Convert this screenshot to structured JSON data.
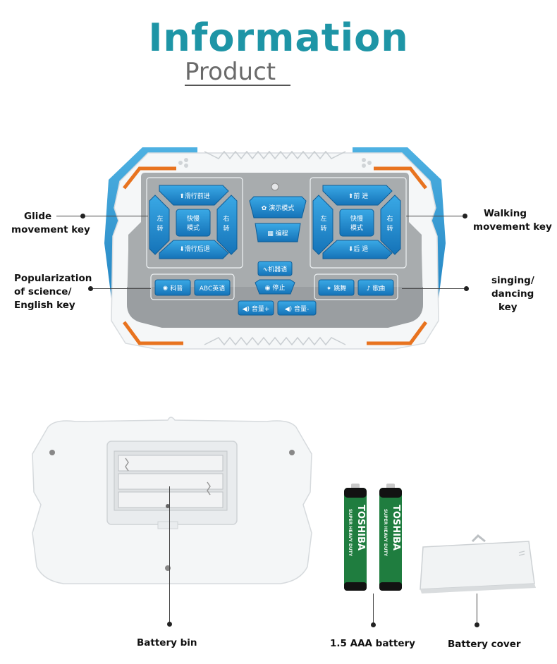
{
  "header": {
    "title": "Information",
    "subtitle": "Product"
  },
  "callouts": {
    "glide_line1": "Glide",
    "glide_line2": "movement key",
    "walking_line1": "Walking",
    "walking_line2": "movement key",
    "popsci_line1": "Popularization",
    "popsci_line2": "of science/",
    "popsci_line3": "English key",
    "sing_line1": "singing/",
    "sing_line2": "dancing",
    "sing_line3": "key"
  },
  "remote": {
    "glide": {
      "forward": "滑行前进",
      "left": "左转",
      "left_a": "左",
      "left_b": "转",
      "center_a": "快慢",
      "center_b": "模式",
      "right_a": "右",
      "right_b": "转",
      "backward": "滑行后退"
    },
    "walk": {
      "forward": "前 进",
      "left_a": "左",
      "left_b": "转",
      "center_a": "快慢",
      "center_b": "模式",
      "right_a": "右",
      "right_b": "转",
      "backward": "后 退"
    },
    "demo": "演示模式",
    "program": "编程",
    "robot_talk": "机器语",
    "stop": "停止",
    "science": "科普",
    "english": "ABC英语",
    "dance": "跳舞",
    "song": "歌曲",
    "vol_up": "音量+",
    "vol_down": "音量-"
  },
  "battery": {
    "brand": "TOSHIBA",
    "tagline": "SUPER HEAVY DUTY"
  },
  "captions": {
    "battery_bin": "Battery bin",
    "battery": "1.5 AAA battery",
    "battery_cover": "Battery cover"
  },
  "colors": {
    "accent_teal": "#1e95a6",
    "key_blue": "#1d93d6",
    "shell_blue": "#2a97d2",
    "trim_orange": "#e8731f",
    "panel_gray": "#a8acae",
    "battery_green": "#1f7d3f"
  }
}
